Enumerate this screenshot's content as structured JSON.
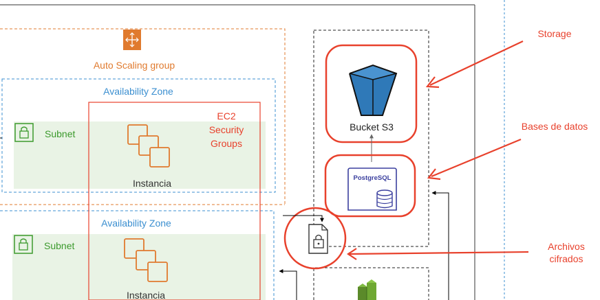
{
  "asg": {
    "label": "Auto Scaling group"
  },
  "zones": [
    {
      "label": "Availability Zone",
      "subnet": "Subnet",
      "instance": "Instancia"
    },
    {
      "label": "Availability Zone",
      "subnet": "Subnet",
      "instance": "Instancia"
    }
  ],
  "security_groups": {
    "line1": "EC2",
    "line2": "Security",
    "line3": "Groups"
  },
  "storage": {
    "bucket_label": "Bucket S3",
    "db_icon_text": "PostgreSQL"
  },
  "annotations": {
    "storage": "Storage",
    "databases": "Bases de datos",
    "encrypted_line1": "Archivos",
    "encrypted_line2": "cifrados"
  },
  "colors": {
    "orange": "#e07a2e",
    "blue_dashed": "#3b8fd0",
    "red": "#e8412c",
    "subnet_fill": "#e9f3e5",
    "subnet_green": "#3c9a2d",
    "s3_blue": "#2f79b8",
    "db_navy": "#3a3f9e"
  }
}
